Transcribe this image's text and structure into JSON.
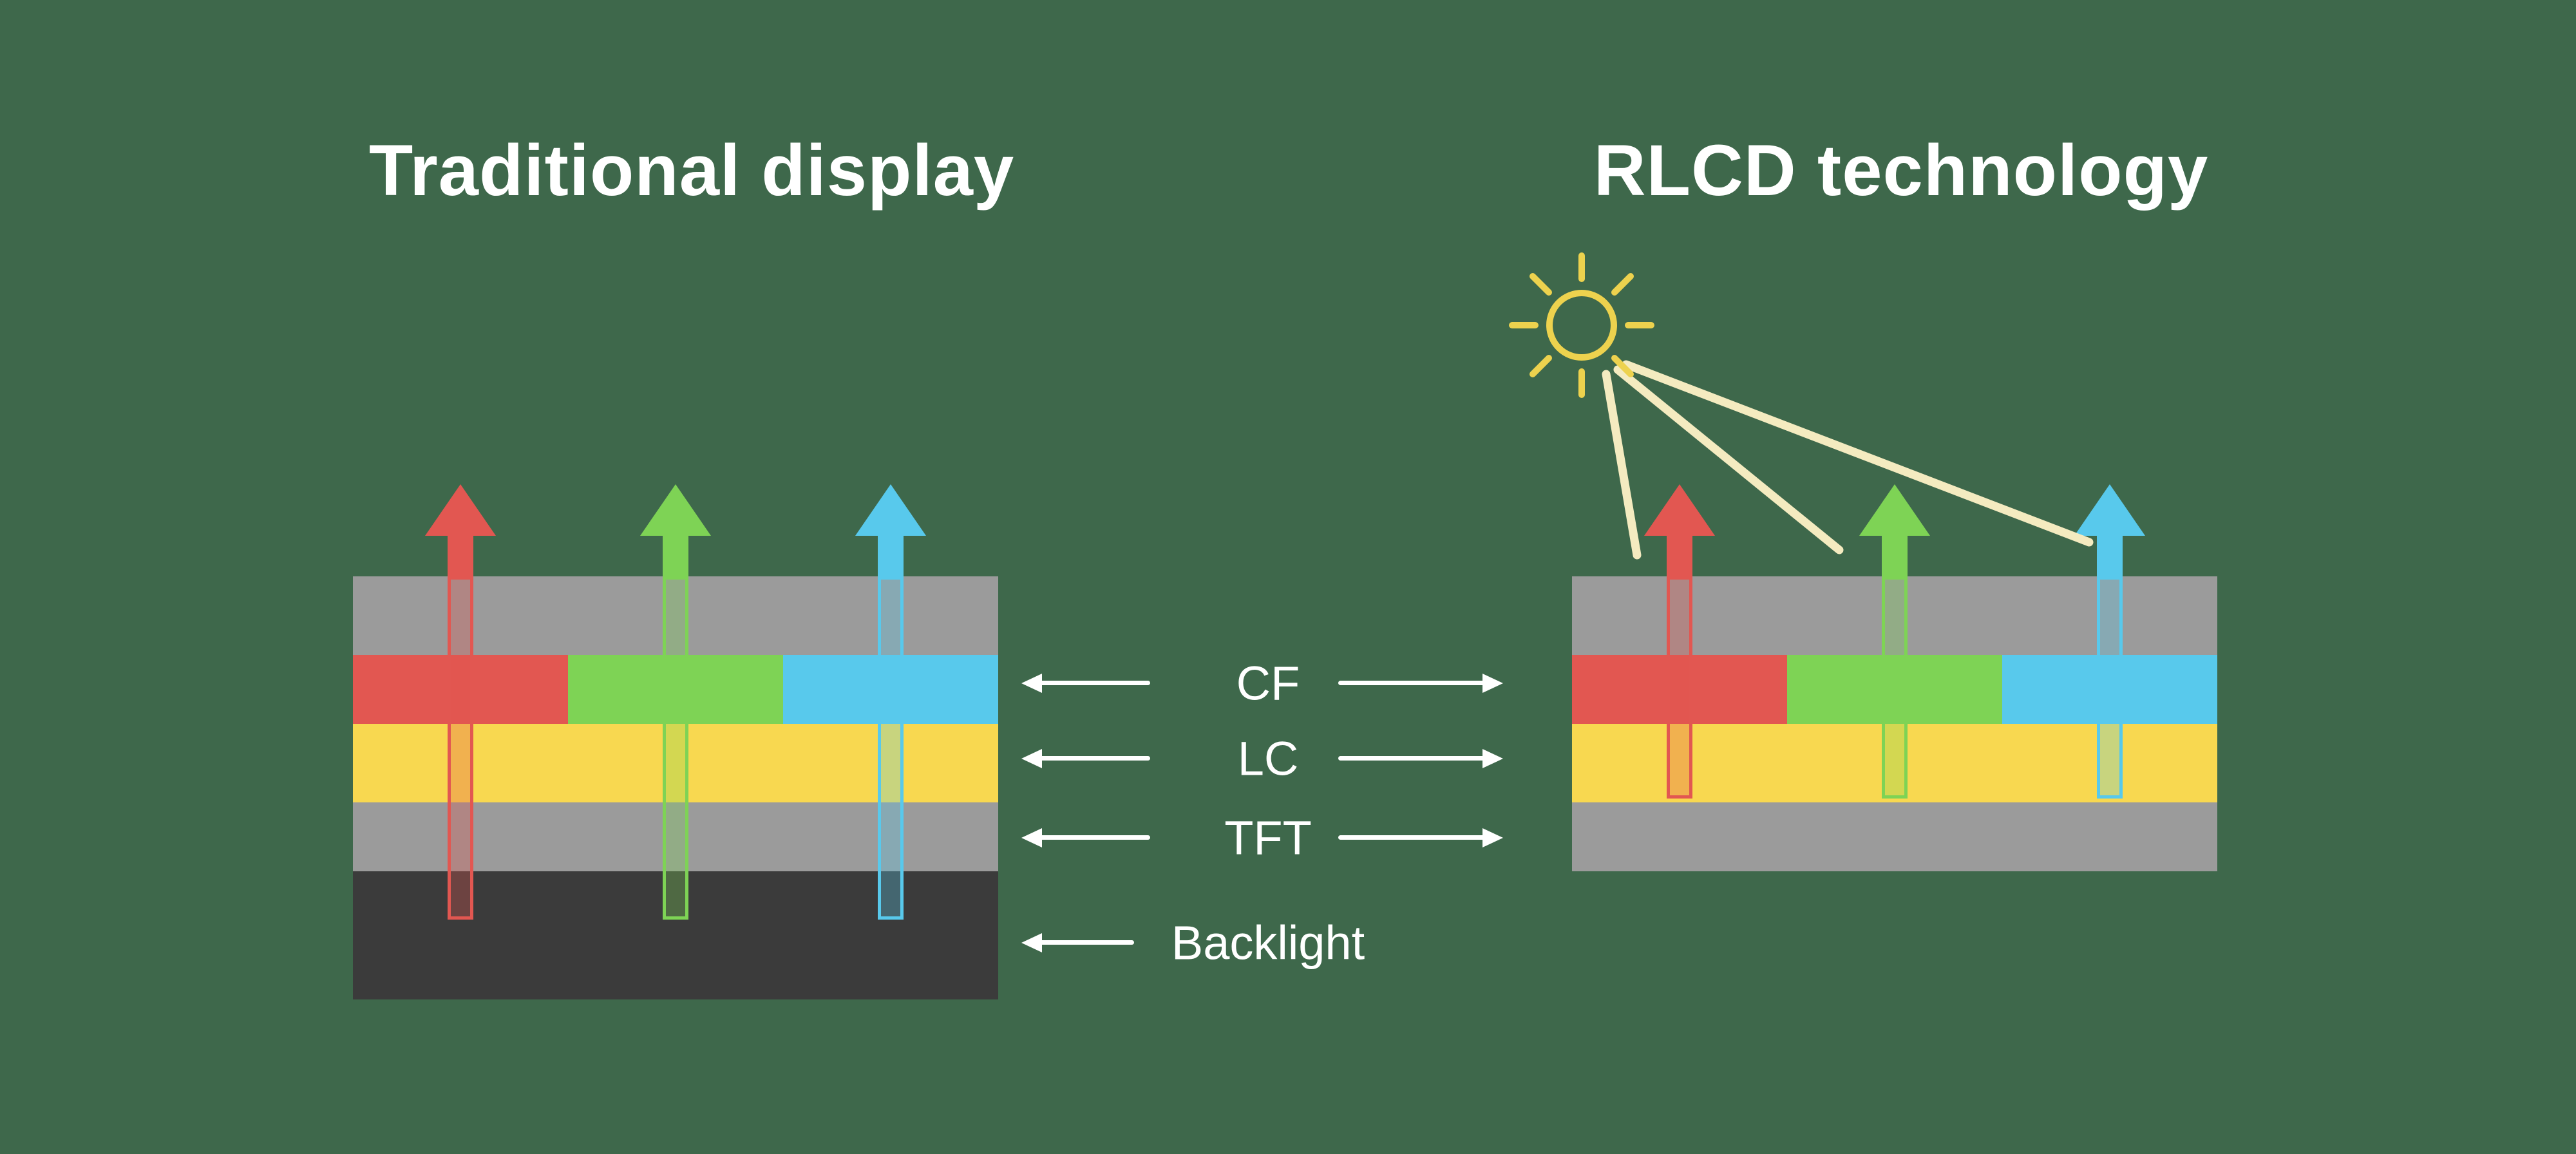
{
  "titles": {
    "left": "Traditional display",
    "right": "RLCD technology"
  },
  "layer_labels": {
    "cf": "CF",
    "lc": "LC",
    "tft": "TFT",
    "backlight": "Backlight"
  },
  "icons": {
    "sun": "sun-icon",
    "beams": "light-beam-lines",
    "up_arrows": [
      "red-light-arrow",
      "green-light-arrow",
      "cyan-light-arrow"
    ]
  },
  "colors": {
    "background": "#3E684B",
    "glass_gray": "#9B9B9B",
    "backlight_dark": "#3B3B3B",
    "red": "#E25751",
    "green": "#7ED355",
    "cyan": "#58C9EC",
    "yellow": "#F8D850",
    "beam": "#F4EBC0",
    "sun": "#EDD24E",
    "text": "#FFFFFF"
  }
}
